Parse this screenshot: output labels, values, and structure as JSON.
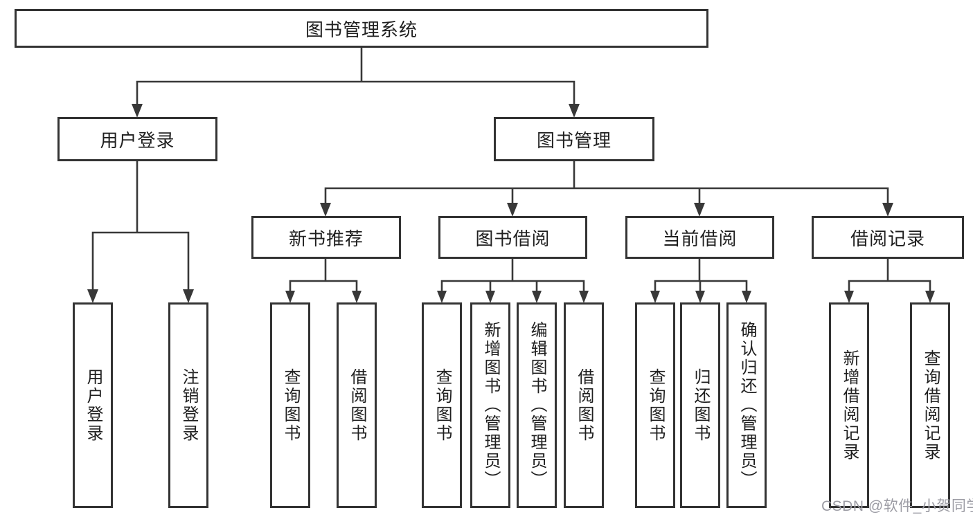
{
  "diagram": {
    "root": {
      "label": "图书管理系统"
    },
    "level2": [
      {
        "id": "user-login",
        "label": "用户登录"
      },
      {
        "id": "book-management",
        "label": "图书管理"
      }
    ],
    "level3": [
      {
        "id": "new-book-recommend",
        "label": "新书推荐"
      },
      {
        "id": "book-borrow",
        "label": "图书借阅"
      },
      {
        "id": "current-borrow",
        "label": "当前借阅"
      },
      {
        "id": "borrow-records",
        "label": "借阅记录"
      }
    ],
    "leaves": {
      "user_login": [
        "用户登录",
        "注销登录"
      ],
      "new_book_recommend": [
        "查询图书",
        "借阅图书"
      ],
      "book_borrow": [
        "查询图书",
        "新增图书（管理员）",
        "编辑图书（管理员）",
        "借阅图书"
      ],
      "current_borrow": [
        "查询图书",
        "归还图书",
        "确认归还（管理员）"
      ],
      "borrow_records": [
        "新增借阅记录",
        "查询借阅记录"
      ]
    },
    "colors": {
      "line": "#383838",
      "border": "#333333",
      "text": "#1f1f1f",
      "background": "#ffffff"
    }
  },
  "watermark": {
    "text": "CSDN @软件_小贺同学",
    "color": "#9c9ca4"
  }
}
